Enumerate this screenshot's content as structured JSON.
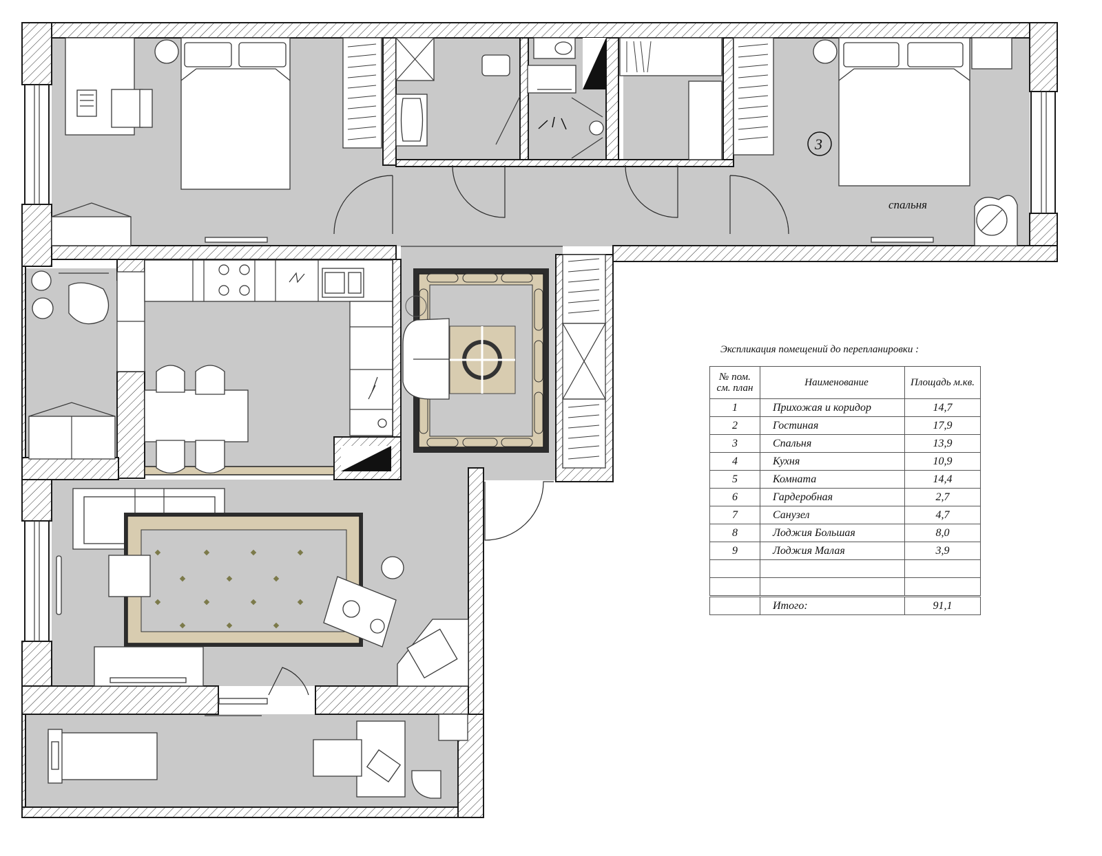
{
  "plan": {
    "bedroom_label": "спальня",
    "bedroom_number": "3"
  },
  "explication": {
    "title": "Экспликация помещений до перепланировки  :",
    "headers": {
      "num": "№ пом. см. план",
      "name": "Наименование",
      "area": "Площадь м.кв."
    },
    "rows": [
      {
        "num": "1",
        "name": "Прихожая и коридор",
        "area": "14,7"
      },
      {
        "num": "2",
        "name": "Гостиная",
        "area": "17,9"
      },
      {
        "num": "3",
        "name": "Спальня",
        "area": "13,9"
      },
      {
        "num": "4",
        "name": "Кухня",
        "area": "10,9"
      },
      {
        "num": "5",
        "name": "Комната",
        "area": "14,4"
      },
      {
        "num": "6",
        "name": "Гардеробная",
        "area": "2,7"
      },
      {
        "num": "7",
        "name": "Санузел",
        "area": "4,7"
      },
      {
        "num": "8",
        "name": "Лоджия Большая",
        "area": "8,0"
      },
      {
        "num": "9",
        "name": "Лоджия Малая",
        "area": "3,9"
      }
    ],
    "total_label": "Итого:",
    "total_value": "91,1"
  }
}
